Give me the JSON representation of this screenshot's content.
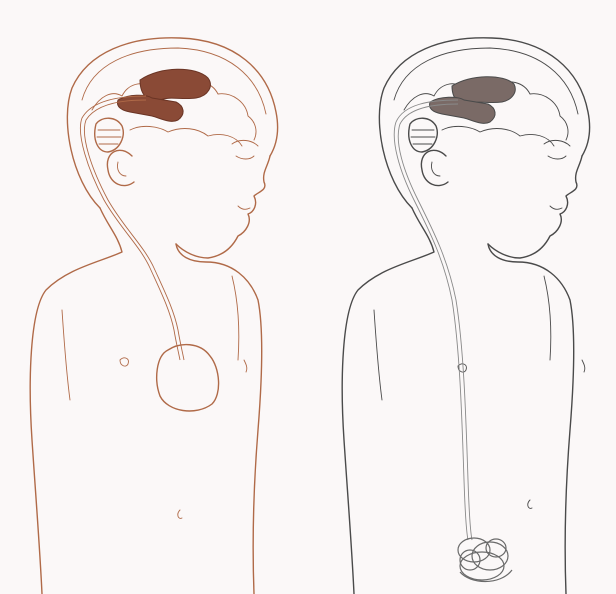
{
  "colors": {
    "paper": "#fbf8f8",
    "left_line": "#b06a48",
    "left_ventricle_fill": "#8a4a36",
    "right_line": "#4a4a4a",
    "right_ventricle_fill": "#7a6a66"
  },
  "figures": [
    {
      "id": "left",
      "shunt_type": "ventriculo-atrial",
      "drain_site": "heart"
    },
    {
      "id": "right",
      "shunt_type": "ventriculo-peritoneal",
      "drain_site": "abdomen"
    }
  ]
}
